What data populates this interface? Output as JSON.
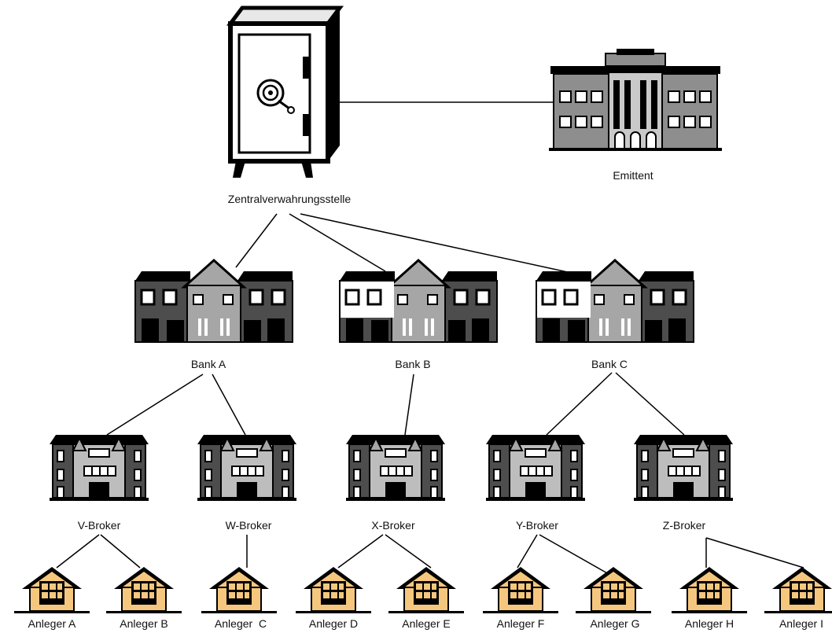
{
  "labels": {
    "depository": "Zentralverwahrungsstelle",
    "issuer": "Emittent",
    "bank_a": "Bank A",
    "bank_b": "Bank B",
    "bank_c": "Bank C",
    "broker_v": "V-Broker",
    "broker_w": "W-Broker",
    "broker_x": "X-Broker",
    "broker_y": "Y-Broker",
    "broker_z": "Z-Broker",
    "investor_a": "Anleger A",
    "investor_b": "Anleger B",
    "investor_c": "Anleger  C",
    "investor_d": "Anleger D",
    "investor_e": "Anleger E",
    "investor_f": "Anleger F",
    "investor_g": "Anleger G",
    "investor_h": "Anleger H",
    "investor_i": "Anleger I"
  },
  "icons": {
    "depository": "safe-icon",
    "issuer": "government-building-icon",
    "bank": "townhouse-row-icon",
    "broker": "office-building-icon",
    "investor": "house-icon"
  },
  "colors": {
    "line": "#000000",
    "house_fill": "#f5c77e",
    "dark_wall": "#4d4d4d",
    "mid_wall": "#a6a6a6",
    "light_wall": "#ffffff",
    "issuer_wall": "#8e8e8e"
  }
}
